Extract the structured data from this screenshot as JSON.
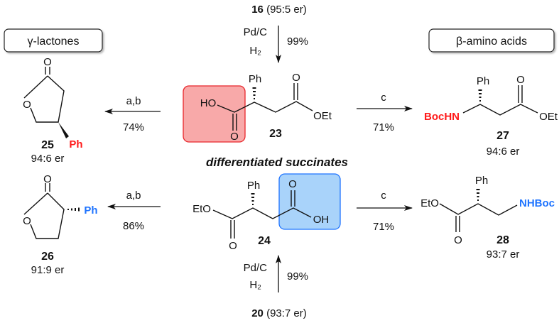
{
  "top_reactant": {
    "number": "16",
    "er": "(95:5 er)"
  },
  "bottom_reactant": {
    "number": "20",
    "er": "(93:7 er)"
  },
  "top_step": {
    "reagent": "Pd/C",
    "gas": "H₂",
    "yield": "99%"
  },
  "bottom_step": {
    "reagent": "Pd/C",
    "gas": "H₂",
    "yield": "99%"
  },
  "categories": {
    "left": "γ-lactones",
    "right": "β-amino acids"
  },
  "center_label": "differentiated succinates",
  "compound_23": {
    "number": "23",
    "atoms": {
      "ho": "HO",
      "ph": "Ph",
      "o_top": "O",
      "o_bottom": "O",
      "oet": "OEt"
    }
  },
  "compound_24": {
    "number": "24",
    "atoms": {
      "eto": "EtO",
      "ph": "Ph",
      "o_top": "O",
      "o_bottom": "O",
      "oh": "OH"
    }
  },
  "compound_25": {
    "number": "25",
    "er": "94:6 er",
    "atoms": {
      "o_carbonyl": "O",
      "o_ring": "O",
      "ph": "Ph"
    }
  },
  "compound_26": {
    "number": "26",
    "er": "91:9 er",
    "atoms": {
      "o_carbonyl": "O",
      "o_ring": "O",
      "ph": "Ph"
    }
  },
  "compound_27": {
    "number": "27",
    "er": "94:6 er",
    "atoms": {
      "bochn": "BocHN",
      "ph": "Ph",
      "o_top": "O",
      "oet": "OEt"
    }
  },
  "compound_28": {
    "number": "28",
    "er": "93:7 er",
    "atoms": {
      "eto": "EtO",
      "ph": "Ph",
      "o_bottom": "O",
      "nhboc": "NHBoc"
    }
  },
  "arrows": {
    "to_25": {
      "conditions": "a,b",
      "yield": "74%"
    },
    "to_26": {
      "conditions": "a,b",
      "yield": "86%"
    },
    "to_27": {
      "conditions": "c",
      "yield": "71%"
    },
    "to_28": {
      "conditions": "c",
      "yield": "71%"
    }
  },
  "colors": {
    "red": "#ff1a1a",
    "blue": "#1f74ff",
    "red_box": "#f8a9a9",
    "blue_box": "#a9d3fa"
  }
}
